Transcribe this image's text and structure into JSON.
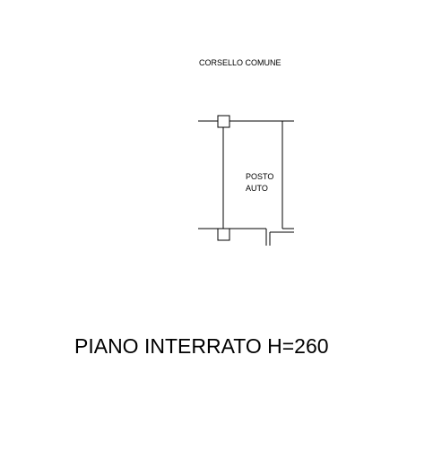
{
  "labels": {
    "corridor": "CORSELLO COMUNE",
    "parking_line1": "POSTO",
    "parking_line2": "AUTO",
    "floor_title": "PIANO INTERRATO H=260"
  },
  "colors": {
    "background": "#ffffff",
    "ink": "#000000"
  }
}
